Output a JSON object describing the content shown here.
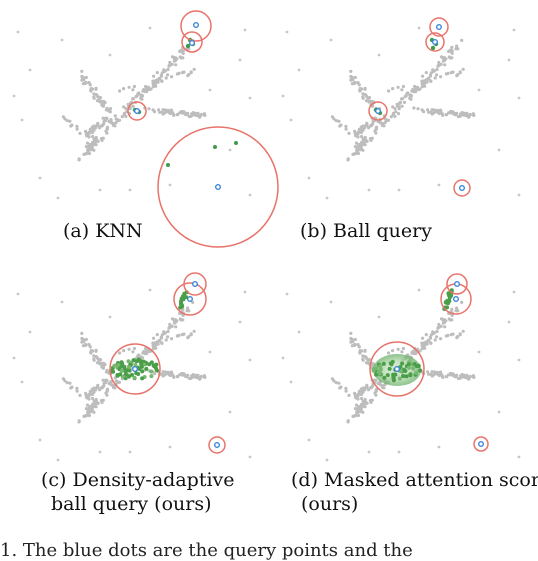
{
  "figure": {
    "colors": {
      "points": "#b9b9b9",
      "neighbors": "#3f9b4a",
      "query": "#3b86d8",
      "circle": "#e8736a"
    },
    "panels": [
      {
        "id": "a",
        "caption_lines": [
          "(a) KNN"
        ]
      },
      {
        "id": "b",
        "caption_lines": [
          "(b) Ball query"
        ]
      },
      {
        "id": "c",
        "caption_lines": [
          "(c) Density-adaptive",
          "ball query (ours)"
        ]
      },
      {
        "id": "d",
        "caption_lines": [
          "(d) Masked attention score",
          "(ours)"
        ]
      }
    ],
    "partial_text_below": "1.   The blue dots are the query points and the"
  }
}
